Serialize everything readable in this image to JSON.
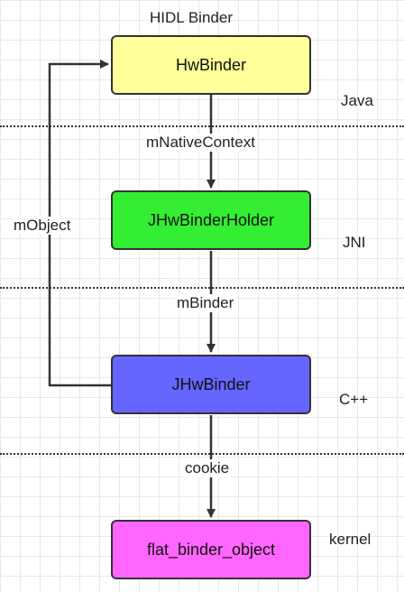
{
  "title": "HIDL Binder",
  "boxes": {
    "hwbinder": {
      "label": "HwBinder",
      "color": "#ffff99"
    },
    "jhwbinderholder": {
      "label": "JHwBinderHolder",
      "color": "#33ee33"
    },
    "jhwbinder": {
      "label": "JHwBinder",
      "color": "#6666ff"
    },
    "flat_binder_object": {
      "label": "flat_binder_object",
      "color": "#ff66ff"
    }
  },
  "layers": {
    "java": "Java",
    "jni": "JNI",
    "cpp": "C++",
    "kernel": "kernel"
  },
  "edges": {
    "native_context": "mNativeContext",
    "binder": "mBinder",
    "cookie": "cookie",
    "object": "mObject"
  }
}
